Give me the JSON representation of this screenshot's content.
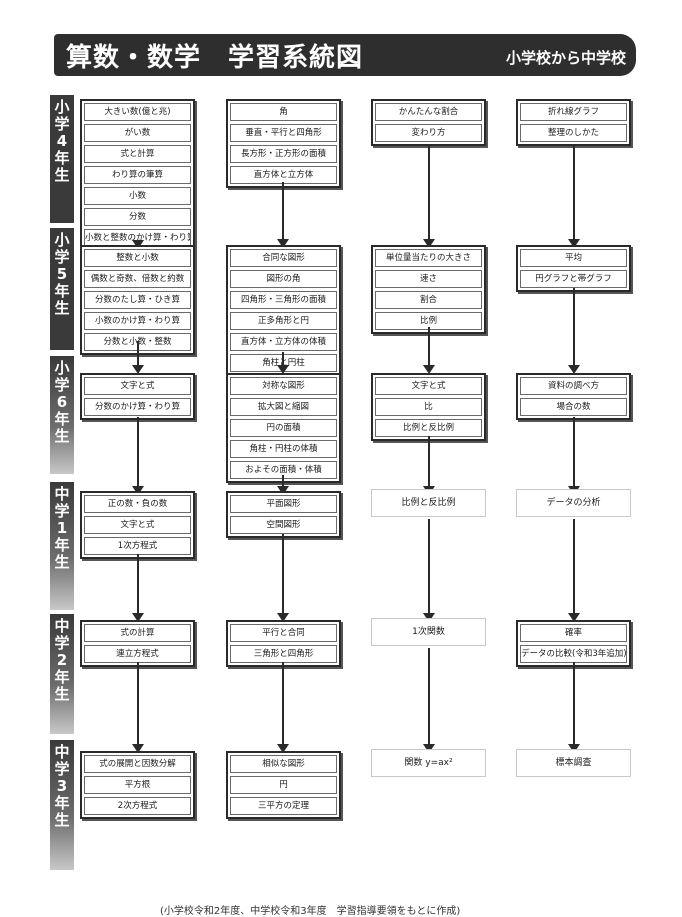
{
  "header": {
    "title": "算数・数学　学習系統図",
    "subtitle": "小学校から中学校"
  },
  "grades": [
    "小学4年生",
    "小学5年生",
    "小学6年生",
    "中学1年生",
    "中学2年生",
    "中学3年生"
  ],
  "rows": [
    {
      "col1": [
        "大きい数(億と兆)",
        "がい数",
        "式と計算",
        "わり算の筆算",
        "小数",
        "分数",
        "小数と整数のかけ算・わり算"
      ],
      "col2": [
        "角",
        "垂直・平行と四角形",
        "長方形・正方形の面積",
        "直方体と立方体"
      ],
      "col3": [
        "かんたんな割合",
        "変わり方"
      ],
      "col4": [
        "折れ線グラフ",
        "整理のしかた"
      ]
    },
    {
      "col1": [
        "整数と小数",
        "偶数と奇数、倍数と約数",
        "分数のたし算・ひき算",
        "小数のかけ算・わり算",
        "分数と小数・整数"
      ],
      "col2": [
        "合同な図形",
        "図形の角",
        "四角形・三角形の面積",
        "正多角形と円",
        "直方体・立方体の体積",
        "角柱と円柱"
      ],
      "col3": [
        "単位量当たりの大きさ",
        "速さ",
        "割合",
        "比例"
      ],
      "col4": [
        "平均",
        "円グラフと帯グラフ"
      ]
    },
    {
      "col1": [
        "文字と式",
        "分数のかけ算・わり算"
      ],
      "col2": [
        "対称な図形",
        "拡大図と縮図",
        "円の面積",
        "角柱・円柱の体積",
        "およその面積・体積"
      ],
      "col3": [
        "文字と式",
        "比",
        "比例と反比例"
      ],
      "col4": [
        "資料の調べ方",
        "場合の数"
      ]
    },
    {
      "col1": [
        "正の数・負の数",
        "文字と式",
        "1次方程式"
      ],
      "col2": [
        "平面図形",
        "空間図形"
      ],
      "col3": [
        "比例と反比例"
      ],
      "col4": [
        "データの分析"
      ]
    },
    {
      "col1": [
        "式の計算",
        "連立方程式"
      ],
      "col2": [
        "平行と合同",
        "三角形と四角形"
      ],
      "col3": [
        "1次関数"
      ],
      "col4": [
        "確率",
        "データの比較(令和3年追加)"
      ]
    },
    {
      "col1": [
        "式の展開と因数分解",
        "平方根",
        "2次方程式"
      ],
      "col2": [
        "相似な図形",
        "円",
        "三平方の定理"
      ],
      "col3": [
        "関数 y=ax²"
      ],
      "col4": [
        "標本調査"
      ]
    }
  ],
  "footer": "(小学校令和2年度、中学校令和3年度　学習指導要領をもとに作成)"
}
